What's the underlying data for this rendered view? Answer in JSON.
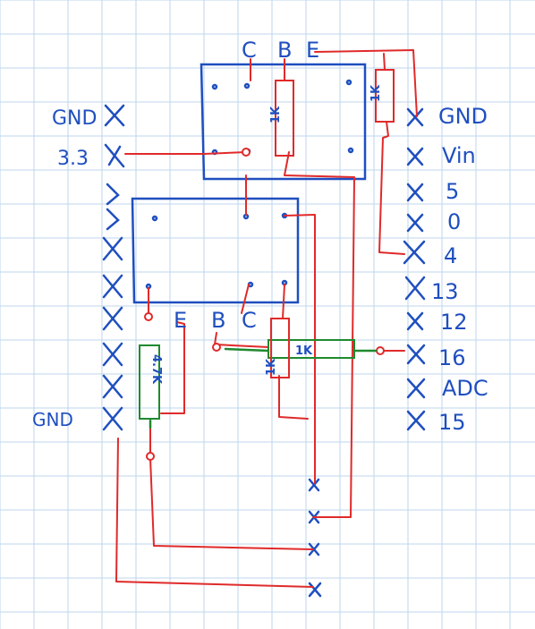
{
  "colors": {
    "grid": "#bcd6ee",
    "ink_blue": "#1f4fbf",
    "ink_red": "#e02a2a",
    "ink_green": "#1f8a2f"
  },
  "left_header": {
    "gnd": "GND",
    "v33": "3.3",
    "gnd_bottom": "GND"
  },
  "right_header": {
    "gnd": "GND",
    "vin": "Vin",
    "p5": "5",
    "p0": "0",
    "p4": "4",
    "p13": "13",
    "p12": "12",
    "p16": "16",
    "adc": "ADC",
    "p15": "15"
  },
  "transistor_top": {
    "c": "C",
    "b": "B",
    "e": "E"
  },
  "transistor_bottom": {
    "e": "E",
    "b": "B",
    "c": "C"
  },
  "resistors": {
    "r1k_horizontal": "1K",
    "r4k7": "4.7K",
    "r1k_top_vertical": "1K",
    "r1k_top_right": "1K",
    "r1k_bottom_vertical": "1K"
  }
}
